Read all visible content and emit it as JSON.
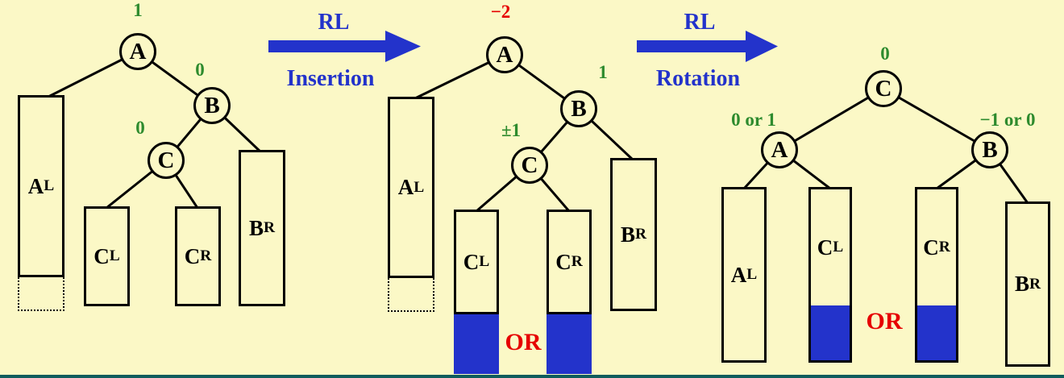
{
  "colors": {
    "background": "#fbf8c6",
    "balance_green": "#2e8b2e",
    "balance_red": "#e60000",
    "arrow_blue": "#2333cb",
    "fill_blue": "#2333cb",
    "or_red": "#e60000",
    "line_black": "#000000",
    "bottom_bar": "#0e5c5c"
  },
  "arrows": [
    {
      "top": "RL",
      "bottom": "Insertion"
    },
    {
      "top": "RL",
      "bottom": "Rotation"
    }
  ],
  "or_labels": [
    "OR",
    "OR"
  ],
  "trees": {
    "t1": {
      "a": {
        "label": "A",
        "balance": "1"
      },
      "b": {
        "label": "B",
        "balance": "0"
      },
      "c": {
        "label": "C",
        "balance": "0"
      },
      "al": {
        "base": "A",
        "sub": "L"
      },
      "cl": {
        "base": "C",
        "sub": "L"
      },
      "cr": {
        "base": "C",
        "sub": "R"
      },
      "br": {
        "base": "B",
        "sub": "R"
      }
    },
    "t2": {
      "a": {
        "label": "A",
        "balance": "−2"
      },
      "b": {
        "label": "B",
        "balance": "1"
      },
      "c": {
        "label": "C",
        "balance": "±1"
      },
      "al": {
        "base": "A",
        "sub": "L"
      },
      "cl": {
        "base": "C",
        "sub": "L"
      },
      "cr": {
        "base": "C",
        "sub": "R"
      },
      "br": {
        "base": "B",
        "sub": "R"
      }
    },
    "t3": {
      "c": {
        "label": "C",
        "balance": "0"
      },
      "a": {
        "label": "A",
        "balance": "0 or 1"
      },
      "b": {
        "label": "B",
        "balance": "−1 or 0"
      },
      "al": {
        "base": "A",
        "sub": "L"
      },
      "cl": {
        "base": "C",
        "sub": "L"
      },
      "cr": {
        "base": "C",
        "sub": "R"
      },
      "br": {
        "base": "B",
        "sub": "R"
      }
    }
  }
}
